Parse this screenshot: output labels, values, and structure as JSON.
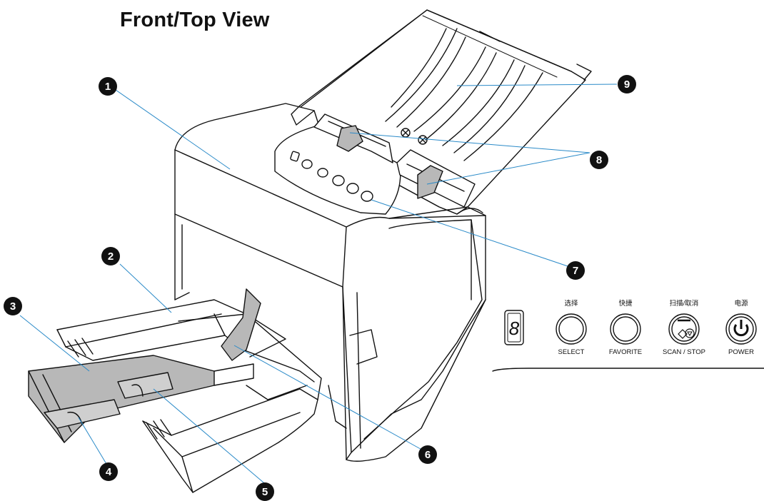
{
  "title": "Front/Top View",
  "callouts": [
    "1",
    "2",
    "3",
    "4",
    "5",
    "6",
    "7",
    "8",
    "9"
  ],
  "control_panel": {
    "display_digit": "8",
    "buttons": [
      {
        "top_label": "选择",
        "bottom_label": "SELECT",
        "icon": "select-button-icon"
      },
      {
        "top_label": "快捷",
        "bottom_label": "FAVORITE",
        "icon": "favorite-button-icon"
      },
      {
        "top_label": "扫描/取消",
        "bottom_label": "SCAN / STOP",
        "icon": "scan-stop-icon"
      },
      {
        "top_label": "电源",
        "bottom_label": "POWER",
        "icon": "power-icon"
      }
    ]
  },
  "colors": {
    "leader_line": "#2a8ac8",
    "callout_fill": "#111111",
    "paper_guide": "#b8b8b8"
  }
}
